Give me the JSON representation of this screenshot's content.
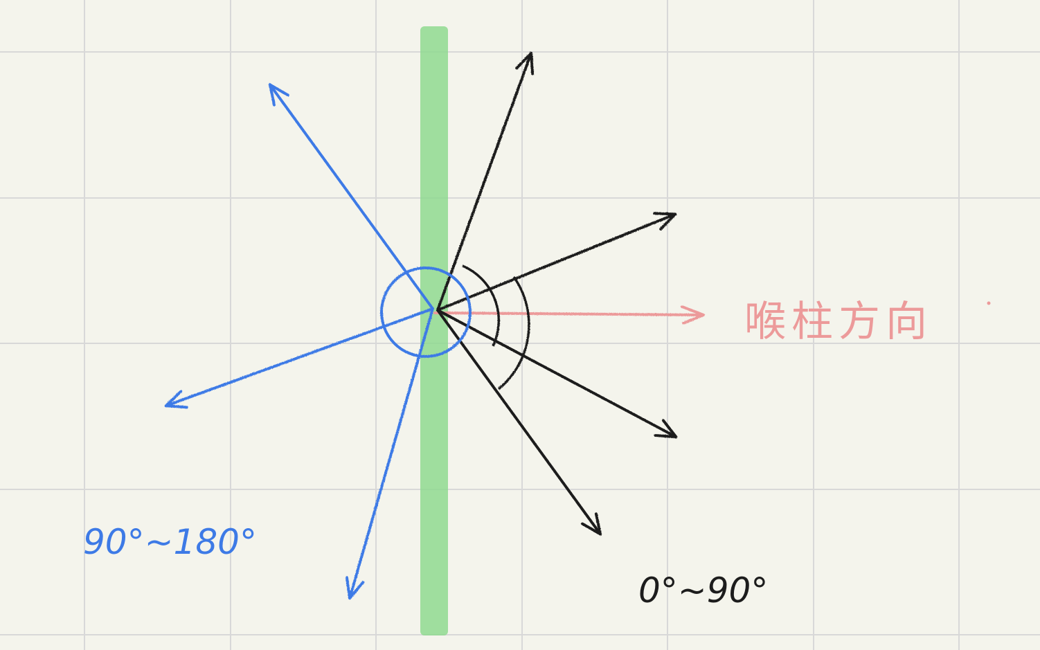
{
  "diagram": {
    "colors": {
      "background": "#f4f4ec",
      "grid": "#d8d8d8",
      "surface": "#8fd990",
      "normal": "#ec9a9a",
      "obtuse": "#3d7ae6",
      "acute": "#1c1c1c"
    },
    "labels": {
      "normal_direction": "喉柱方向",
      "obtuse_range": "90°~180°",
      "acute_range": "0°~90°"
    },
    "angles_deg": {
      "black_rays": [
        70,
        22,
        -28,
        -54
      ],
      "blue_rays": [
        126,
        200,
        254
      ]
    }
  }
}
